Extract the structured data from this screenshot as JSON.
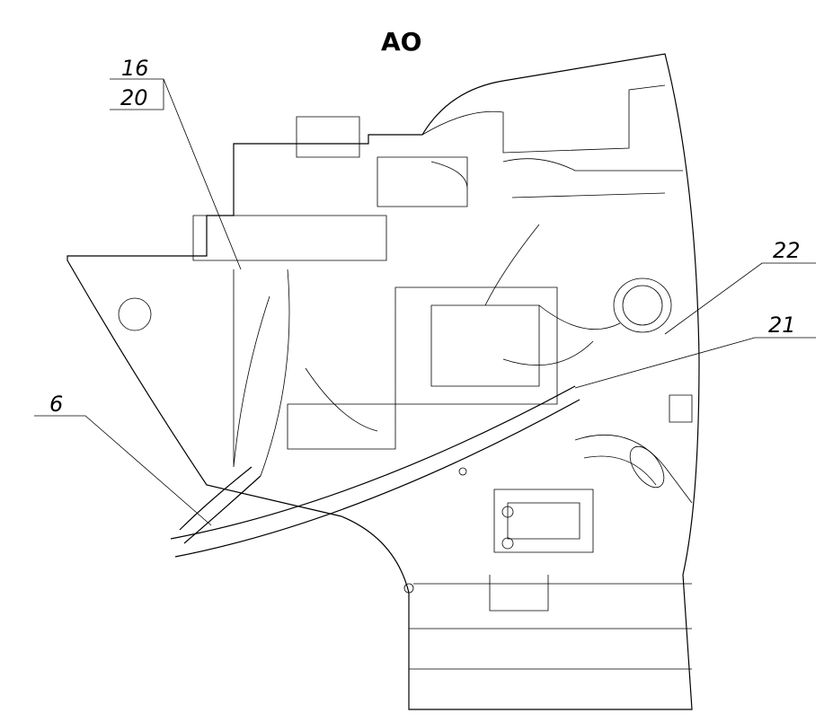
{
  "drawing": {
    "title": "AO",
    "callouts": [
      {
        "id": "16",
        "label": "16"
      },
      {
        "id": "20",
        "label": "20"
      },
      {
        "id": "22",
        "label": "22"
      },
      {
        "id": "21",
        "label": "21"
      },
      {
        "id": "6",
        "label": "6"
      }
    ]
  }
}
